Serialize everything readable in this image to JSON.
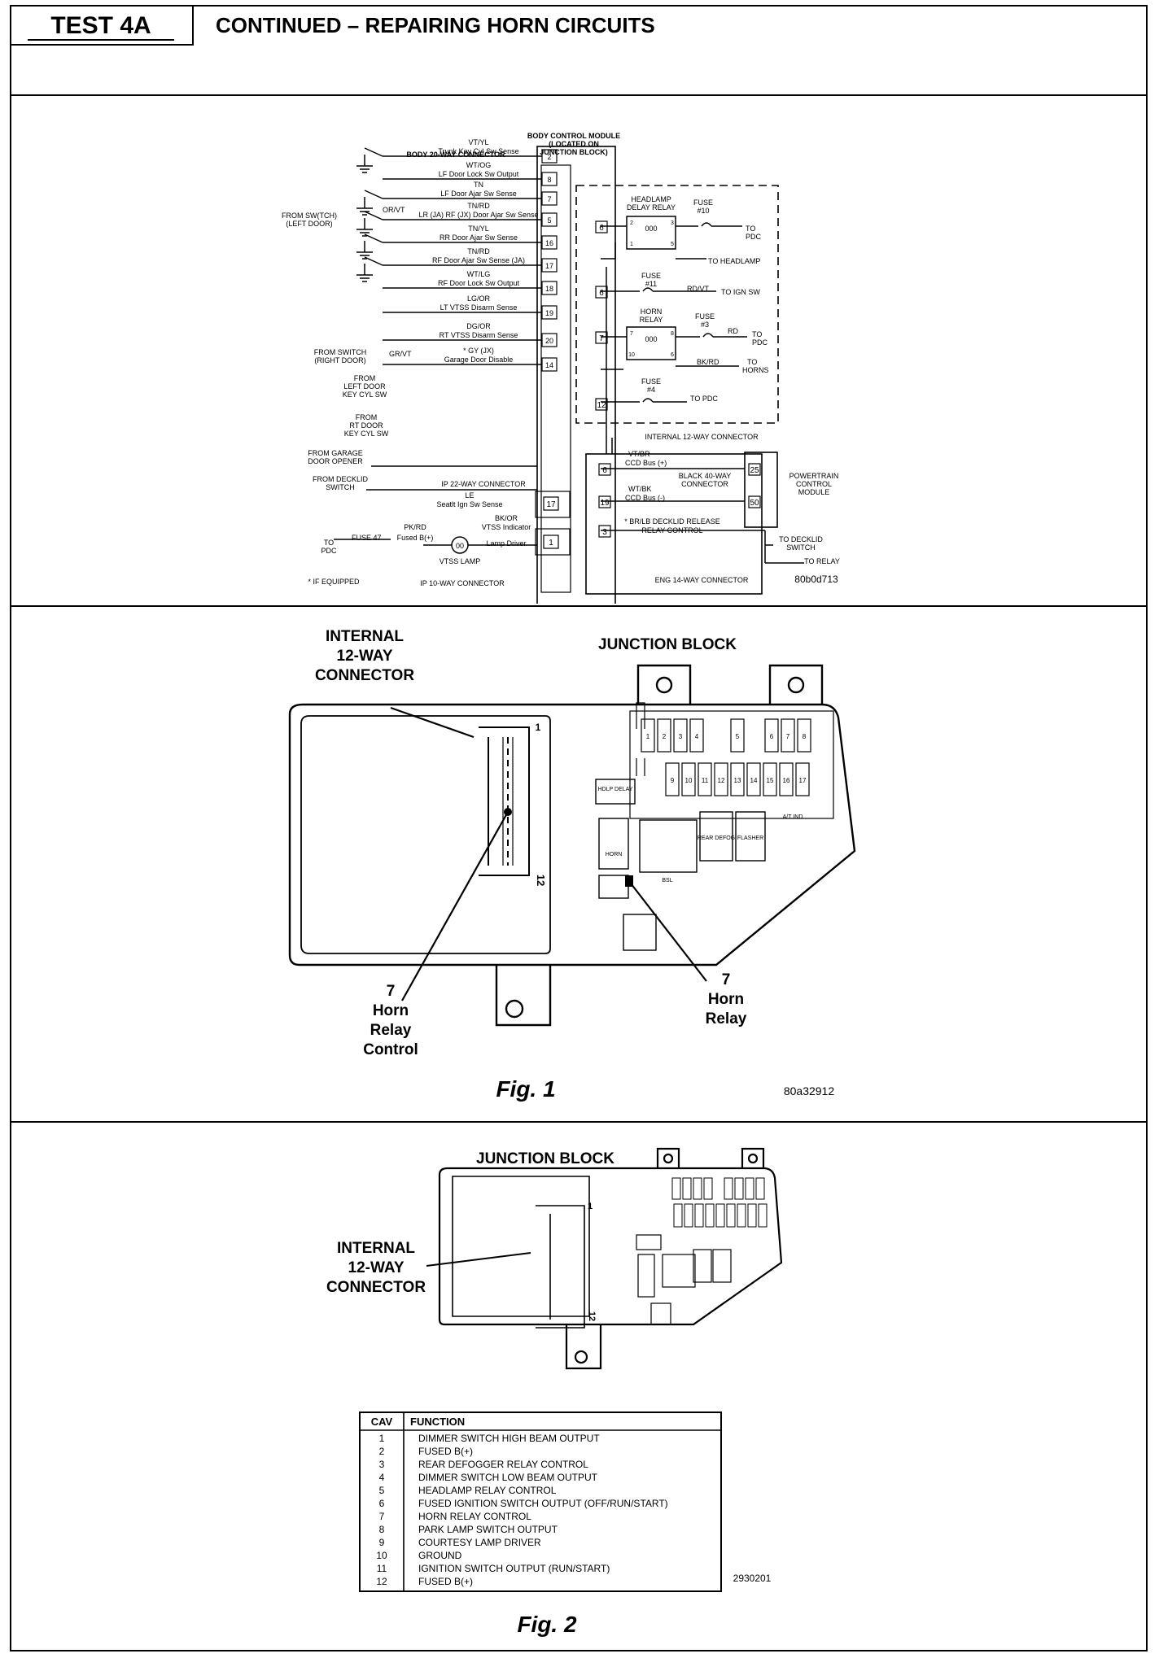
{
  "header": {
    "test_label": "TEST 4A",
    "title": "CONTINUED – REPAIRING HORN CIRCUITS"
  },
  "schematic": {
    "bcm_title": [
      "BODY CONTROL MODULE",
      "(LOCATED ON",
      "JUNCTION BLOCK)"
    ],
    "body_connector": "BODY 20-WAY CONNECTOR",
    "pins": [
      {
        "num": "2",
        "wire": "VT/YL",
        "circuit": "Trunk Key Cyl Sw Sense"
      },
      {
        "num": "8",
        "wire": "WT/OG",
        "circuit": "LF Door Lock Sw Output"
      },
      {
        "num": "7",
        "wire": "TN",
        "circuit": "LF Door Ajar Sw Sense"
      },
      {
        "num": "5",
        "wire": "TN/RD",
        "circuit": "LR (JA) RF (JX) Door Ajar Sw Sense"
      },
      {
        "num": "16",
        "wire": "TN/YL",
        "circuit": "RR Door Ajar Sw Sense"
      },
      {
        "num": "17",
        "wire": "TN/RD",
        "circuit": "RF Door Ajar Sw Sense (JA)"
      },
      {
        "num": "18",
        "wire": "WT/LG",
        "circuit": "RF Door Lock Sw Output"
      },
      {
        "num": "19",
        "wire": "LG/OR",
        "circuit": "LT VTSS Disarm Sense"
      },
      {
        "num": "20",
        "wire": "DG/OR",
        "circuit": "RT VTSS Disarm Sense"
      },
      {
        "num": "14",
        "wire": "* GY (JX)",
        "circuit": "Garage Door Disable"
      }
    ],
    "left_labels": {
      "from_sw_left": [
        "FROM SW(TCH)",
        "(LEFT DOOR)"
      ],
      "from_sw_left_wire": "OR/VT",
      "from_sw_right": [
        "FROM SWITCH",
        "(RIGHT DOOR)"
      ],
      "from_sw_right_wire": "GR/VT",
      "from_left_door": [
        "FROM",
        "LEFT DOOR",
        "KEY CYL SW"
      ],
      "from_rt_door": [
        "FROM",
        "RT DOOR",
        "KEY CYL SW"
      ],
      "from_garage": [
        "FROM GARAGE",
        "DOOR OPENER"
      ],
      "from_decklid": [
        "FROM DECKLID",
        "SWITCH"
      ],
      "fuse_47": "FUSE 47",
      "to_pdc": [
        "TO",
        "PDC"
      ],
      "if_equipped": "* IF EQUIPPED"
    },
    "ip22": {
      "label": "IP 22-WAY CONNECTOR",
      "pin": "17",
      "wire": "LE",
      "circuit": "Seatlt Ign Sw Sense"
    },
    "ip10": {
      "label": "IP 10-WAY CONNECTOR",
      "pin": "1",
      "wire_a": "BK/OR",
      "circuit_a": "VTSS Indicator",
      "circuit_a2": "Lamp Driver",
      "wire_b": "PK/RD",
      "circuit_b": "Fused B(+)",
      "lamp": "VTSS LAMP",
      "lamp_symbol": "00"
    },
    "internal": {
      "label": "INTERNAL 12-WAY CONNECTOR",
      "headlamp_relay": [
        "HEADLAMP",
        "DELAY RELAY"
      ],
      "fuse_10": [
        "FUSE",
        "#10"
      ],
      "to_pdc": [
        "TO",
        "PDC"
      ],
      "to_headlamp": "TO HEADLAMP",
      "fuse_11": [
        "FUSE",
        "#11"
      ],
      "wire_11": "RD/VT",
      "to_ign_sw": "TO IGN SW",
      "horn_relay": [
        "HORN",
        "RELAY"
      ],
      "fuse_3": [
        "FUSE",
        "#3"
      ],
      "wire_rd": "RD",
      "to_pdc2": [
        "TO",
        "PDC"
      ],
      "wire_horn": "BK/RD",
      "to_horns": [
        "TO",
        "HORNS"
      ],
      "fuse_4": [
        "FUSE",
        "#4"
      ],
      "to_pdc3": "TO PDC",
      "pins": [
        "6",
        "6",
        "7",
        "12"
      ],
      "relay_pins_a": [
        "2",
        "3",
        "1",
        "5"
      ],
      "relay_pins_b": [
        "7",
        "8",
        "10",
        "6"
      ],
      "coil_symbol": "000"
    },
    "eng": {
      "label": "ENG 14-WAY CONNECTOR",
      "pins": [
        "6",
        "19",
        "3"
      ],
      "wire_vt": "VT/BR",
      "ccd_plus": "CCD Bus (+)",
      "wire_wt": "WT/BK",
      "ccd_minus": "CCD Bus (-)",
      "black40": [
        "BLACK 40-WAY",
        "CONNECTOR"
      ],
      "decklid": [
        "* BR/LB DECKLID RELEASE",
        "RELAY CONTROL"
      ],
      "to_decklid": [
        "TO DECKLID",
        "SWITCH"
      ],
      "to_relay": "TO RELAY"
    },
    "pcm": {
      "label": [
        "POWERTRAIN",
        "CONTROL",
        "MODULE"
      ],
      "pins": [
        "25",
        "50"
      ]
    },
    "code": "80b0d713"
  },
  "fig1": {
    "internal_label": [
      "INTERNAL",
      "12-WAY",
      "CONNECTOR"
    ],
    "junction_label": "JUNCTION BLOCK",
    "pin_1": "1",
    "pin_12": "12",
    "callout_left": [
      "7",
      "Horn",
      "Relay",
      "Control"
    ],
    "callout_right": [
      "7",
      "Horn",
      "Relay"
    ],
    "fuse_numbers_top": [
      "1",
      "2",
      "3",
      "4",
      "5",
      "6",
      "7",
      "8"
    ],
    "fuse_numbers_bottom": [
      "9",
      "10",
      "11",
      "12",
      "13",
      "14",
      "15",
      "16",
      "17"
    ],
    "small_labels": {
      "hdlp": "HDLP DELAY",
      "horn": "HORN",
      "bsl": "BSL",
      "arm": "A/T IND",
      "rear": "REAR DEFOG",
      "flash": "FLASHER"
    },
    "caption": "Fig. 1",
    "code": "80a32912"
  },
  "fig2": {
    "junction_label": "JUNCTION BLOCK",
    "internal_label": [
      "INTERNAL",
      "12-WAY",
      "CONNECTOR"
    ],
    "pin_1": "1",
    "pin_12": "12",
    "table": {
      "headers": [
        "CAV",
        "FUNCTION"
      ],
      "rows": [
        [
          "1",
          "DIMMER SWITCH HIGH BEAM OUTPUT"
        ],
        [
          "2",
          "FUSED B(+)"
        ],
        [
          "3",
          "REAR DEFOGGER RELAY CONTROL"
        ],
        [
          "4",
          "DIMMER SWITCH LOW BEAM OUTPUT"
        ],
        [
          "5",
          "HEADLAMP RELAY CONTROL"
        ],
        [
          "6",
          "FUSED IGNITION SWITCH OUTPUT (OFF/RUN/START)"
        ],
        [
          "7",
          "HORN RELAY CONTROL"
        ],
        [
          "8",
          "PARK LAMP SWITCH OUTPUT"
        ],
        [
          "9",
          "COURTESY LAMP DRIVER"
        ],
        [
          "10",
          "GROUND"
        ],
        [
          "11",
          "IGNITION SWITCH OUTPUT (RUN/START)"
        ],
        [
          "12",
          "FUSED B(+)"
        ]
      ]
    },
    "code": "2930201",
    "caption": "Fig. 2"
  }
}
